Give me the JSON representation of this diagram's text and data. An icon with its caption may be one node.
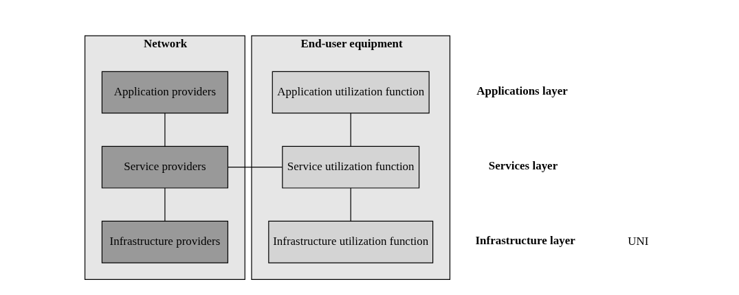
{
  "diagram": {
    "nodes": [
      {
        "text": [
          "Network"
        ]
      },
      {
        "text": [
          "Application providers"
        ],
        "in": 0
      },
      {
        "text": [
          "Service providers"
        ],
        "in": 0
      },
      {
        "text": [
          "Infrastructure providers"
        ],
        "in": 0
      },
      {
        "text": [
          "End-user equipment"
        ]
      },
      {
        "text": [
          "Application utilization function"
        ],
        "in": 4
      },
      {
        "text": [
          "Service utilization function"
        ],
        "in": 4
      },
      {
        "text": [
          "Infrastructure utilization function"
        ],
        "in": 4
      }
    ],
    "edges": [
      {
        "from": 1,
        "to": 2,
        "arrow": "none"
      },
      {
        "from": 2,
        "to": 3,
        "arrow": "none"
      },
      {
        "from": 2,
        "to": 6,
        "arrow": "none"
      },
      {
        "from": 5,
        "to": 6,
        "arrow": "none"
      },
      {
        "from": 6,
        "to": 7,
        "arrow": "none"
      }
    ],
    "labels": [
      "Applications layer",
      "Services layer",
      "Infrastructure layer",
      "UNI"
    ]
  }
}
